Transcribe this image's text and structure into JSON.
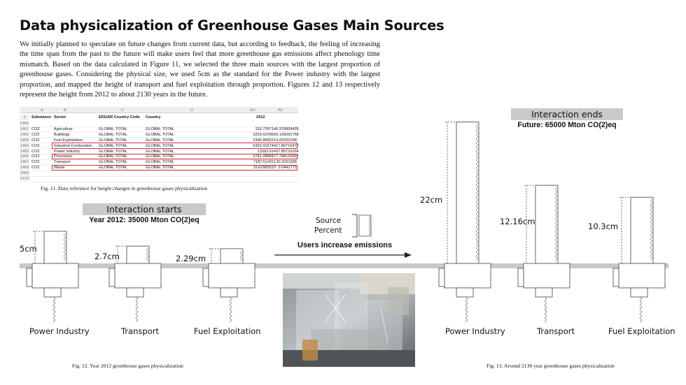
{
  "title": "Data physicalization of Greenhouse Gases Main Sources",
  "paragraph": "We initially planned to speculate on future changes from current data, but according to feedback, the feeling of increasing the time span from the past to the future will make users feel that more greenhouse gas emissions affect phenology time mismatch. Based on the data calculated in Figure 11, we selected the three main sources with the largest proportion of greenhouse gases. Considering the physical size, we used 5cm as the standard for the Power industry with the largest proportion, and mapped the height of transport and fuel exploitation through proportion. Figures 12 and 13 respectively represent the height from 2012 to about 2130 years in the future.",
  "spreadsheet": {
    "col_letters": [
      "A",
      "B",
      "C",
      "D",
      "AU",
      "AV"
    ],
    "headers": {
      "row": "1",
      "substance": "Substance",
      "sector": "Sector",
      "code": "EDGAR Country Code",
      "country": "Country",
      "year": "2012"
    },
    "rows": [
      {
        "n": "1460",
        "substance": "",
        "sector": "",
        "code": "",
        "country": "",
        "value": "",
        "pct": ""
      },
      {
        "n": "1461",
        "substance": "CO2",
        "sector": "Agriculture",
        "code": "GLOBAL TOTAL",
        "country": "GLOBAL TOTAL",
        "value": "133.739714",
        "pct": "0.378009435"
      },
      {
        "n": "1462",
        "substance": "CO2",
        "sector": "Buildings",
        "code": "GLOBAL TOTAL",
        "country": "GLOBAL TOTAL",
        "value": "3229.022966",
        "pct": "9.126691758"
      },
      {
        "n": "1463",
        "substance": "CO2",
        "sector": "Fuel Exploitation",
        "code": "GLOBAL TOTAL",
        "country": "GLOBAL TOTAL",
        "value": "2346.868331",
        "pct": "6.63332038"
      },
      {
        "n": "1464",
        "substance": "CO2",
        "sector": "Industrial Combustion",
        "code": "GLOBAL TOTAL",
        "country": "GLOBAL TOTAL",
        "value": "6332.015744",
        "pct": "17.89716472"
      },
      {
        "n": "1465",
        "substance": "CO2",
        "sector": "Power Industry",
        "code": "GLOBAL TOTAL",
        "country": "GLOBAL TOTAL",
        "value": "13393.914",
        "pct": "37.85731034"
      },
      {
        "n": "1466",
        "substance": "CO2",
        "sector": "Processes",
        "code": "GLOBAL TOTAL",
        "country": "GLOBAL TOTAL",
        "value": "2741.288847",
        "pct": "7.748132667"
      },
      {
        "n": "1467",
        "substance": "CO2",
        "sector": "Transport",
        "code": "GLOBAL TOTAL",
        "country": "GLOBAL TOTAL",
        "value": "7187.514211",
        "pct": "20.3151936"
      },
      {
        "n": "1468",
        "substance": "CO2",
        "sector": "Waste",
        "code": "GLOBAL TOTAL",
        "country": "GLOBAL TOTAL",
        "value": "15.62985523",
        "pct": "0.0441771"
      },
      {
        "n": "1469",
        "substance": "",
        "sector": "",
        "code": "",
        "country": "",
        "value": "",
        "pct": ""
      },
      {
        "n": "1470",
        "substance": "",
        "sector": "",
        "code": "",
        "country": "",
        "value": "",
        "pct": ""
      }
    ],
    "highlighted_rows": [
      "1464",
      "1466",
      "1468"
    ]
  },
  "captions": {
    "fig11": "Fig. 11. Data reference for height changes in greenhouse gases physicalization",
    "fig12": "Fig. 12. Year 2012 greenhouse gases physicalization",
    "fig13": "Fig. 13. Around 2130 year greenhouse gases physicalization"
  },
  "left_panel": {
    "banner": "Interaction starts",
    "subtitle": "Year 2012: 35000 Mton CO(2)eq",
    "items": [
      {
        "label": "Power Industry",
        "height": "5cm",
        "height_cm": 5
      },
      {
        "label": "Transport",
        "height": "2.7cm",
        "height_cm": 2.7
      },
      {
        "label": "Fuel Exploitation",
        "height": "2.29cm",
        "height_cm": 2.29
      }
    ]
  },
  "legend": {
    "line1": "Source",
    "line2": "Percent"
  },
  "arrow_label": "Users increase emissions",
  "right_panel": {
    "banner": "Interaction ends",
    "subtitle": "Future: 65000 Mton CO(2)eq",
    "items": [
      {
        "label": "Power Industry",
        "height": "22cm",
        "height_cm": 22
      },
      {
        "label": "Transport",
        "height": "12.16cm",
        "height_cm": 12.16
      },
      {
        "label": "Fuel Exploitation",
        "height": "10.3cm",
        "height_cm": 10.3
      }
    ]
  },
  "colors": {
    "highlight": "#d3313a",
    "banner": "#c9c9c9",
    "base": "#c8c8c8",
    "line": "#555555"
  }
}
